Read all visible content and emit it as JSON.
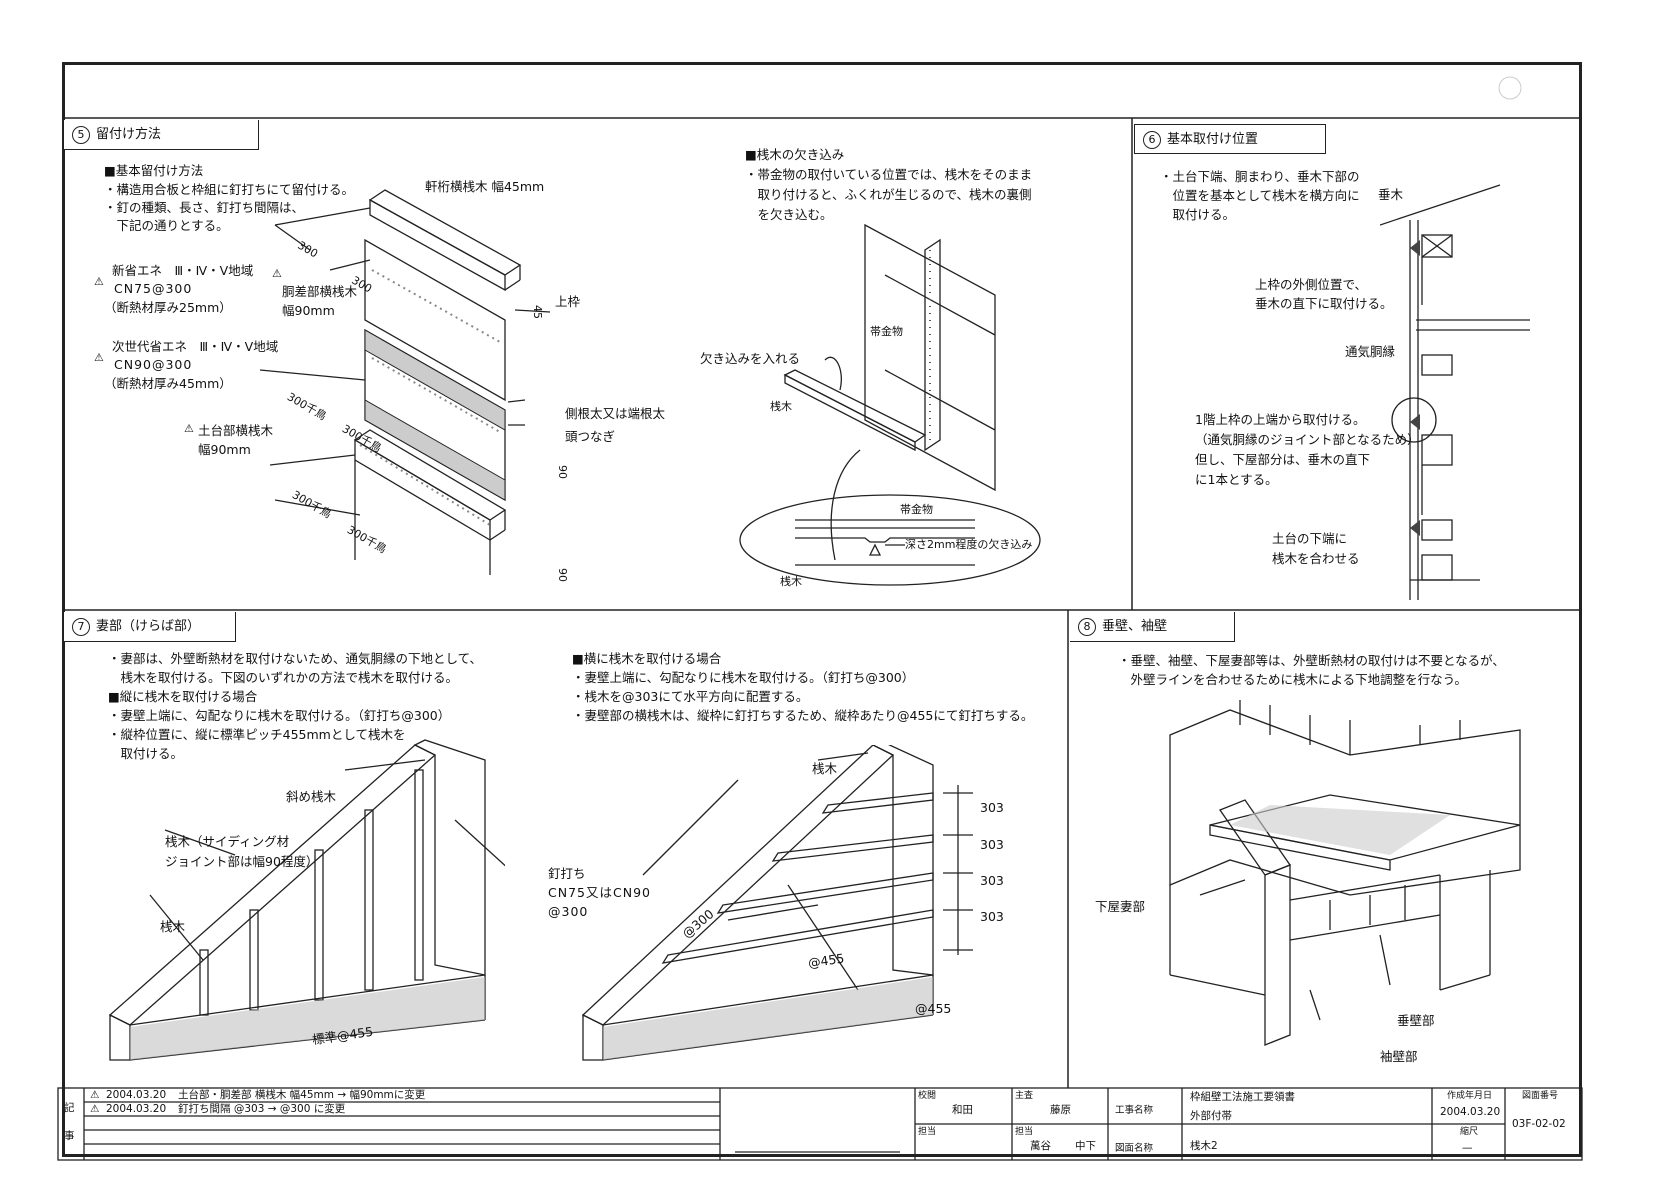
{
  "sections": {
    "s5": {
      "num": "5",
      "title": "留付け方法",
      "heading": "■基本留付け方法",
      "lines": [
        "・構造用合板と枠組に釘打ちにて留付ける。",
        "・釘の種類、長さ、釘打ち間隔は、",
        "　下記の通りとする。"
      ],
      "spec1": [
        "新省エネ　Ⅲ・Ⅳ・Ⅴ地域",
        "CN75@300",
        "（断熱材厚み25mm）"
      ],
      "spec2": [
        "次世代省エネ　Ⅲ・Ⅳ・Ⅴ地域",
        "CN90@300",
        "（断熱材厚み45mm）"
      ],
      "labels": {
        "nokigeta": "軒桁横桟木 幅45mm",
        "dousa1": "胴差部横桟木",
        "dousa2": "幅90mm",
        "dodai1": "土台部横桟木",
        "dodai2": "幅90mm",
        "uwawaku": "上枠",
        "sokune": "側根太又は端根太",
        "zunagi": "頭つなぎ",
        "d300a": "300",
        "d300b": "300",
        "d300c": "300千鳥",
        "d300d": "300千鳥",
        "d300e": "300千鳥",
        "d300f": "300千鳥",
        "d45": "45",
        "d90a": "90",
        "d90b": "90"
      }
    },
    "notch": {
      "heading": "■桟木の欠き込み",
      "lines": [
        "・帯金物の取付いている位置では、桟木をそのまま",
        "　取り付けると、ふくれが生じるので、桟木の裏側",
        "　を欠き込む。"
      ],
      "labels": {
        "obikanamono": "帯金物",
        "kakikomi": "欠き込みを入れる",
        "sangi": "桟木",
        "obikanamono2": "帯金物",
        "depth": "深さ2mm程度の欠き込み",
        "sangi2": "桟木"
      }
    },
    "s6": {
      "num": "6",
      "title": "基本取付け位置",
      "lines": [
        "・土台下端、胴まわり、垂木下部の",
        "　位置を基本として桟木を横方向に",
        "　取付ける。"
      ],
      "labels": {
        "taruki": "垂木",
        "note1a": "上枠の外側位置で、",
        "note1b": "垂木の直下に取付ける。",
        "tsuuki": "通気胴縁",
        "note2a": "1階上枠の上端から取付ける。",
        "note2b": "（通気胴縁のジョイント部となるため）",
        "note2c": "但し、下屋部分は、垂木の直下",
        "note2d": "に1本とする。",
        "note3a": "土台の下端に",
        "note3b": "桟木を合わせる"
      }
    },
    "s7": {
      "num": "7",
      "title": "妻部（けらば部）",
      "left": [
        "・妻部は、外壁断熱材を取付けないため、通気胴縁の下地として、",
        "　桟木を取付ける。下図のいずれかの方法で桟木を取付ける。"
      ],
      "tate_heading": "■縦に桟木を取付ける場合",
      "tate": [
        "・妻壁上端に、勾配なりに桟木を取付ける。（釘打ち@300）",
        "・縦枠位置に、縦に標準ピッチ455mmとして桟木を",
        "　取付ける。"
      ],
      "yoko_heading": "■横に桟木を取付ける場合",
      "yoko": [
        "・妻壁上端に、勾配なりに桟木を取付ける。（釘打ち@300）",
        "・桟木を@303にて水平方向に配置する。",
        "・妻壁部の横桟木は、縦枠に釘打ちするため、縦枠あたり@455にて釘打ちする。"
      ],
      "labels": {
        "naname": "斜め桟木",
        "siding1": "桟木（サイディング材",
        "siding2": "ジョイント部は幅90程度）",
        "sangi": "桟木",
        "kugi1": "釘打ち",
        "kugi2": "CN75又はCN90",
        "kugi3": "@300",
        "pitch": "標準@455",
        "sangi_r": "桟木",
        "p303": [
          "303",
          "303",
          "303",
          "303"
        ],
        "a300": "@300",
        "a455a": "@455",
        "a455b": "@455"
      }
    },
    "s8": {
      "num": "8",
      "title": "垂壁、袖壁",
      "lines": [
        "・垂壁、袖壁、下屋妻部等は、外壁断熱材の取付けは不要となるが、",
        "　外壁ラインを合わせるために桟木による下地調整を行なう。"
      ],
      "labels": {
        "geya": "下屋妻部",
        "tare": "垂壁部",
        "sode": "袖壁部"
      }
    }
  },
  "titleblock": {
    "side": [
      "記",
      "事"
    ],
    "revisions": [
      {
        "date": "2004.03.20",
        "text": "土台部・胴差部 横桟木 幅45mm → 幅90mmに変更"
      },
      {
        "date": "2004.03.20",
        "text": "釘打ち間隔 @303 → @300 に変更"
      }
    ],
    "kouetsu": "校閲",
    "kouetsu_name": "和田",
    "shusa": "主査",
    "shusa_name": "藤原",
    "tantou": "担当",
    "tantou2": "担当",
    "tantou_name": "萬谷",
    "tantou_name2": "中下",
    "kouji_label": "工事名称",
    "kouji": "枠組壁工法施工要領書",
    "kouji_sub": "外部付帯",
    "zumen_label": "図面名称",
    "zumen": "桟木2",
    "created_label": "作成年月日",
    "created": "2004.03.20",
    "scale_label": "縮尺",
    "scale": "—",
    "number_label": "図面番号",
    "number": "03F-02-02"
  }
}
